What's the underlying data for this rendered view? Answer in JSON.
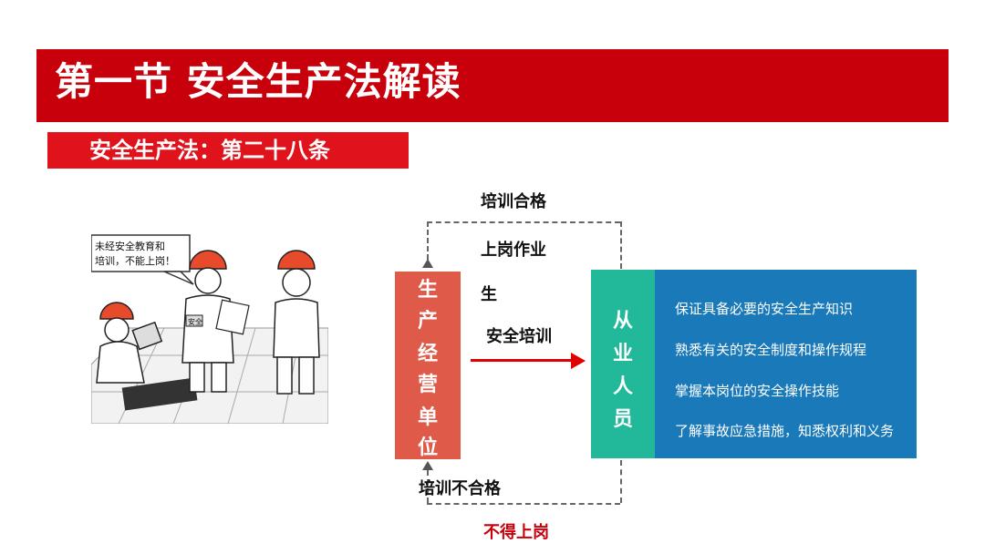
{
  "header": {
    "title": "第一节  安全生产法解读",
    "subtitle": "安全生产法：第二十八条"
  },
  "cartoon": {
    "speech": [
      "未经安全教育和",
      "培训，不能上岗！"
    ],
    "badge": "安全"
  },
  "flow": {
    "pass_label": "培训合格",
    "work_label": "上岗作业",
    "gen_label": "生",
    "training_label": "安全培训",
    "fail_label": "培训不合格",
    "no_work_label": "不得上岗",
    "unit_chars": [
      "生",
      "产",
      "经",
      "营",
      "单",
      "位"
    ],
    "staff_chars": [
      "从",
      "业",
      "人",
      "员"
    ],
    "requirements": [
      "保证具备必要的安全生产知识",
      "熟悉有关的安全制度和操作规程",
      "掌握本岗位的安全操作技能",
      "了解事故应急措施，知悉权利和义务"
    ]
  },
  "colors": {
    "title_bg": "#c8000b",
    "subtitle_bg": "#e0121b",
    "unit_box": "#e05a4a",
    "staff_box": "#21b99a",
    "req_box": "#1a79b8",
    "arrow": "#e00000"
  }
}
